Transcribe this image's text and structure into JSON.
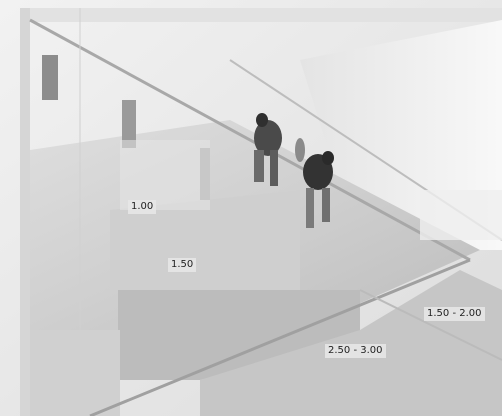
{
  "labels": {
    "l1": "1.00",
    "l2": "1.50",
    "l3": "1.50 - 2.00",
    "l4": "2.50 - 3.00"
  }
}
